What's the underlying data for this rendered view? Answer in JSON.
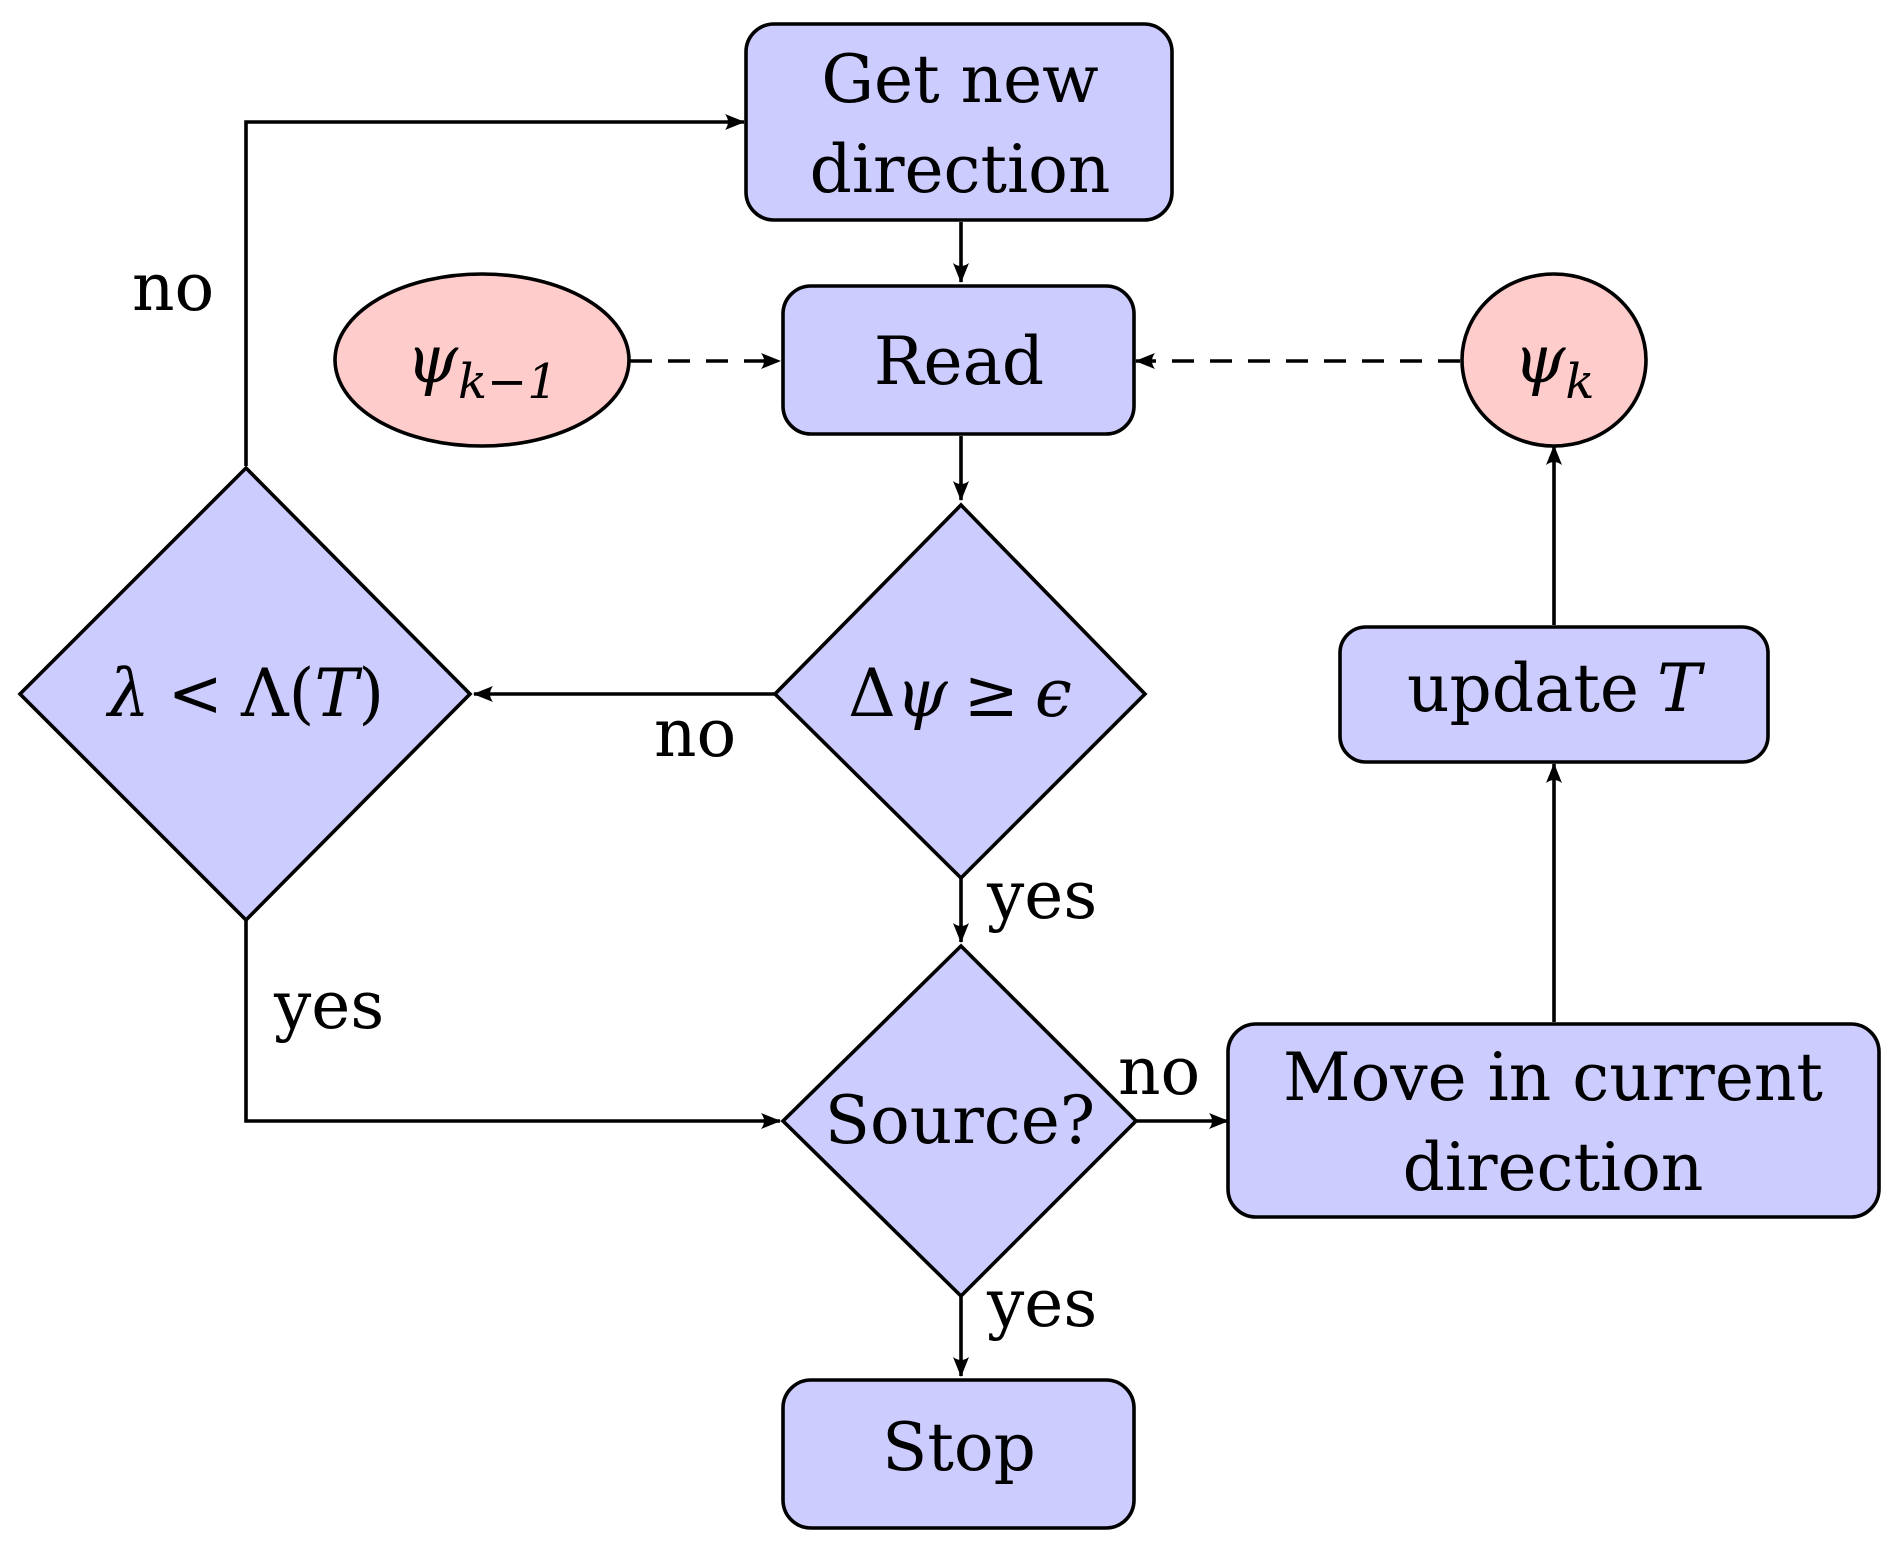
{
  "nodes": {
    "get_new_direction": {
      "line1": "Get new",
      "line2": "direction"
    },
    "read": {
      "label": "Read"
    },
    "psi_prev": {
      "symbol": "ψ",
      "subscript": "k−1"
    },
    "psi_k": {
      "symbol": "ψ",
      "subscript": "k"
    },
    "lambda_test": {
      "lambda": "λ",
      "lt": "<",
      "Lambda": "Λ",
      "open": "(",
      "T": "T",
      "close": ")"
    },
    "delta_psi_test": {
      "Delta": "Δ",
      "psi": "ψ",
      "geq": "≥",
      "epsilon": "ϵ"
    },
    "update_t": {
      "text": "update",
      "var": "T"
    },
    "source_test": {
      "label": "Source?"
    },
    "move": {
      "line1": "Move in current",
      "line2": "direction"
    },
    "stop": {
      "label": "Stop"
    }
  },
  "edge_labels": {
    "lambda_no": "no",
    "lambda_yes": "yes",
    "delta_no": "no",
    "delta_yes": "yes",
    "source_no": "no",
    "source_yes": "yes"
  },
  "colors": {
    "process_fill": "#ccccff",
    "state_fill": "#ffcccc",
    "stroke": "#000000"
  }
}
